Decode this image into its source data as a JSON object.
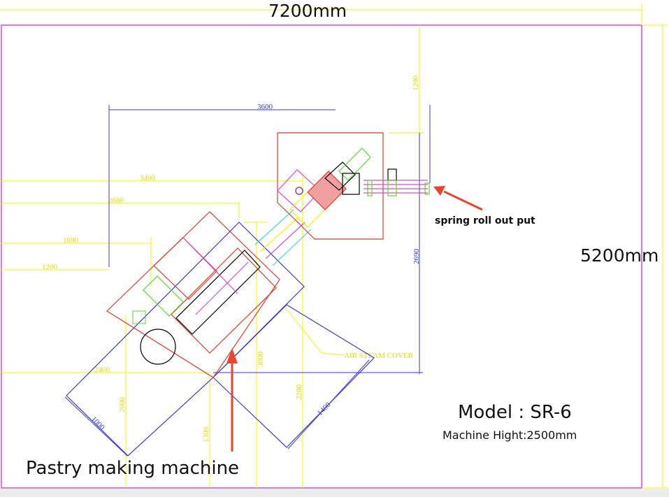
{
  "drawing": {
    "width_label": "7200mm",
    "height_label": "5200mm",
    "dimensions": {
      "d3600": "3600",
      "d3400": "3400",
      "d2680": "2680",
      "d1690": "1690",
      "d1200_left": "1200",
      "d1200_top": "1200",
      "d2690": "2690",
      "d2400": "2400",
      "d2000": "2000",
      "d1300": "1300",
      "d3000": "3000",
      "d2280": "2280",
      "d1000": "1000",
      "d1400": "1400"
    },
    "annotations": {
      "air_steam_cover": "AIR STEAM COVER",
      "spring_roll_output": "spring roll out put",
      "pastry_machine": "Pastry making machine"
    },
    "model": "Model : SR-6",
    "machine_height": "Machine Hight:2500mm",
    "colors": {
      "dimension": "#f5f000",
      "blue": "#3a3ad8",
      "red": "#e03a2a",
      "magenta": "#d84ad8",
      "arrow": "#e8442f"
    }
  }
}
